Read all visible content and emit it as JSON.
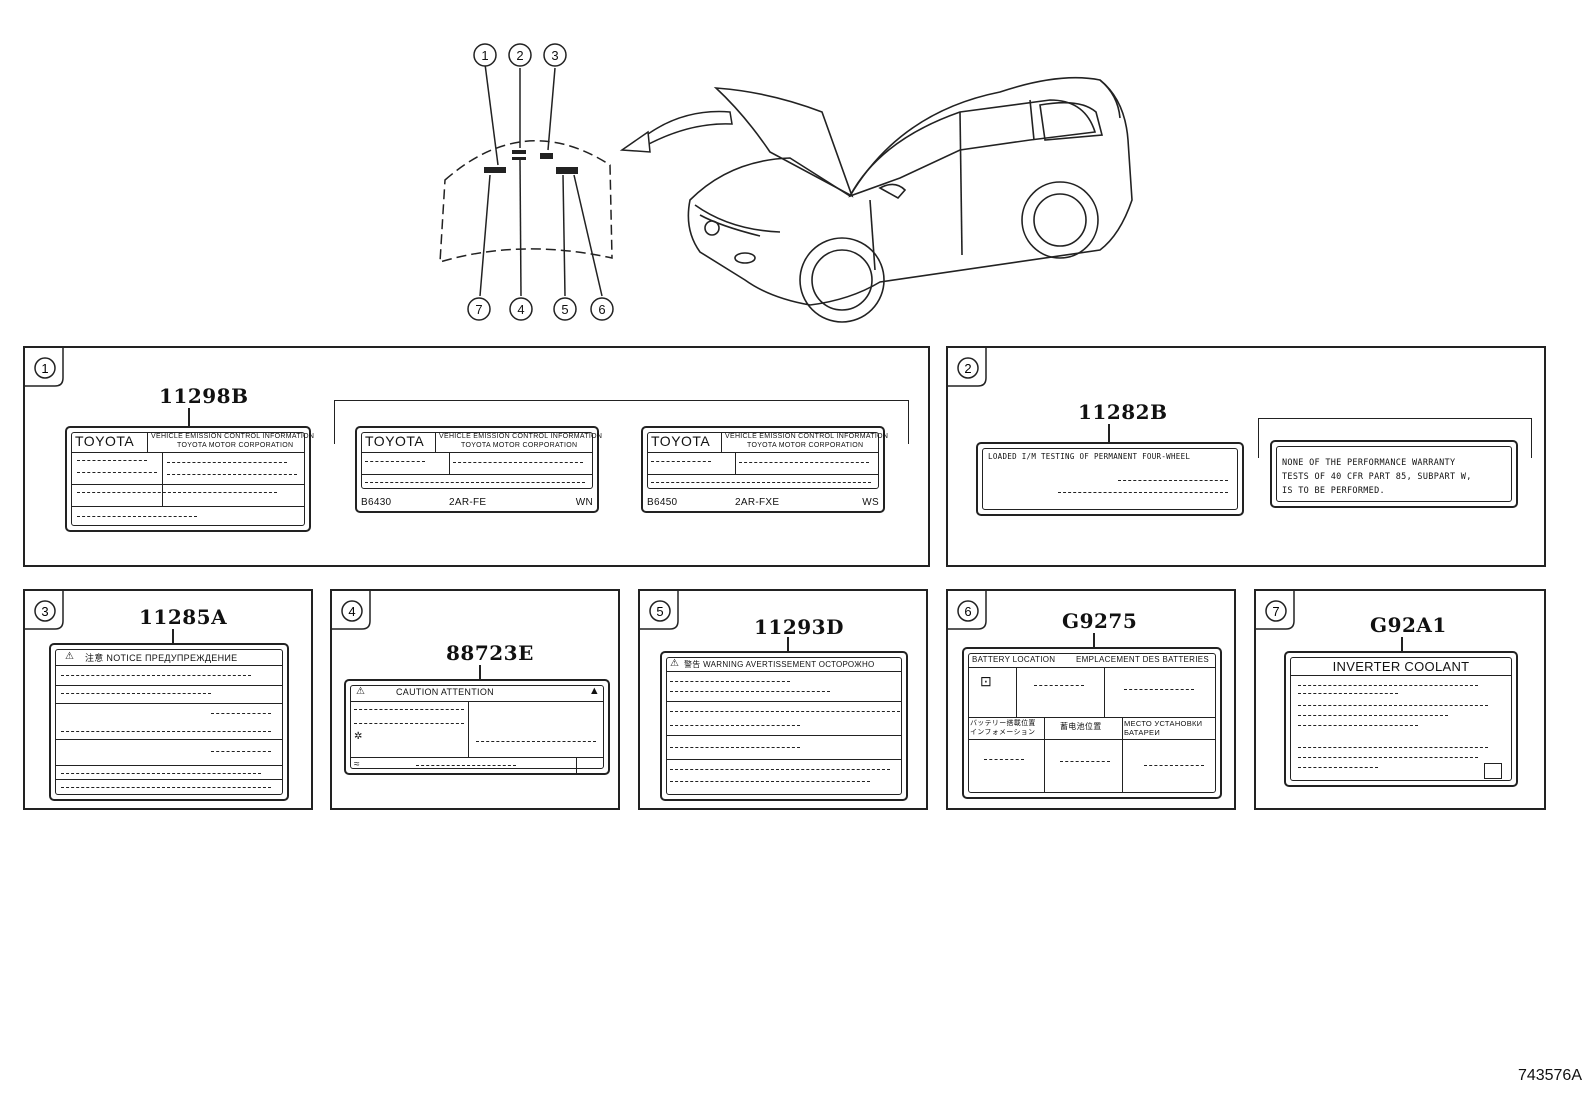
{
  "overview": {
    "callouts_top": [
      "1",
      "2",
      "3"
    ],
    "callouts_bottom": [
      "7",
      "4",
      "5",
      "6"
    ]
  },
  "panel1": {
    "index": "1",
    "part_number": "11298B",
    "label_a": {
      "brand": "TOYOTA",
      "header": "VEHICLE EMISSION CONTROL INFORMATION",
      "sub": "TOYOTA MOTOR CORPORATION"
    },
    "label_b": {
      "brand": "TOYOTA",
      "header": "VEHICLE EMISSION CONTROL INFORMATION",
      "sub": "TOYOTA MOTOR CORPORATION",
      "code": "B6430",
      "engine": "2AR-FE",
      "variant": "WN"
    },
    "label_c": {
      "brand": "TOYOTA",
      "header": "VEHICLE EMISSION CONTROL INFORMATION",
      "sub": "TOYOTA MOTOR CORPORATION",
      "code": "B6450",
      "engine": "2AR-FXE",
      "variant": "WS"
    }
  },
  "panel2": {
    "index": "2",
    "part_number": "11282B",
    "label_a_text": "LOADED I/M TESTING OF PERMANENT FOUR-WHEEL",
    "label_b_lines": [
      "NONE OF THE PERFORMANCE WARRANTY",
      "TESTS OF 40 CFR PART 85, SUBPART W,",
      "IS TO BE PERFORMED."
    ]
  },
  "panel3": {
    "index": "3",
    "part_number": "11285A",
    "header": "注意 NOTICE ПРЕДУПРЕЖДЕНИЕ"
  },
  "panel4": {
    "index": "4",
    "part_number": "88723E",
    "header": "CAUTION ATTENTION"
  },
  "panel5": {
    "index": "5",
    "part_number": "11293D",
    "header": "警告 WARNING AVERTISSEMENT OСТОРОЖНО"
  },
  "panel6": {
    "index": "6",
    "part_number": "G9275",
    "header_left": "BATTERY LOCATION",
    "header_right": "EMPLACEMENT DES BATTERIES",
    "row2_a": "バッテリー搭載位置インフォメーション",
    "row2_b": "蓄电池位置",
    "row2_c": "МЕСТО УСТАНОВКИ БАТАРЕИ"
  },
  "panel7": {
    "index": "7",
    "part_number": "G92A1",
    "header": "INVERTER COOLANT"
  },
  "catalog_number": "743576A"
}
